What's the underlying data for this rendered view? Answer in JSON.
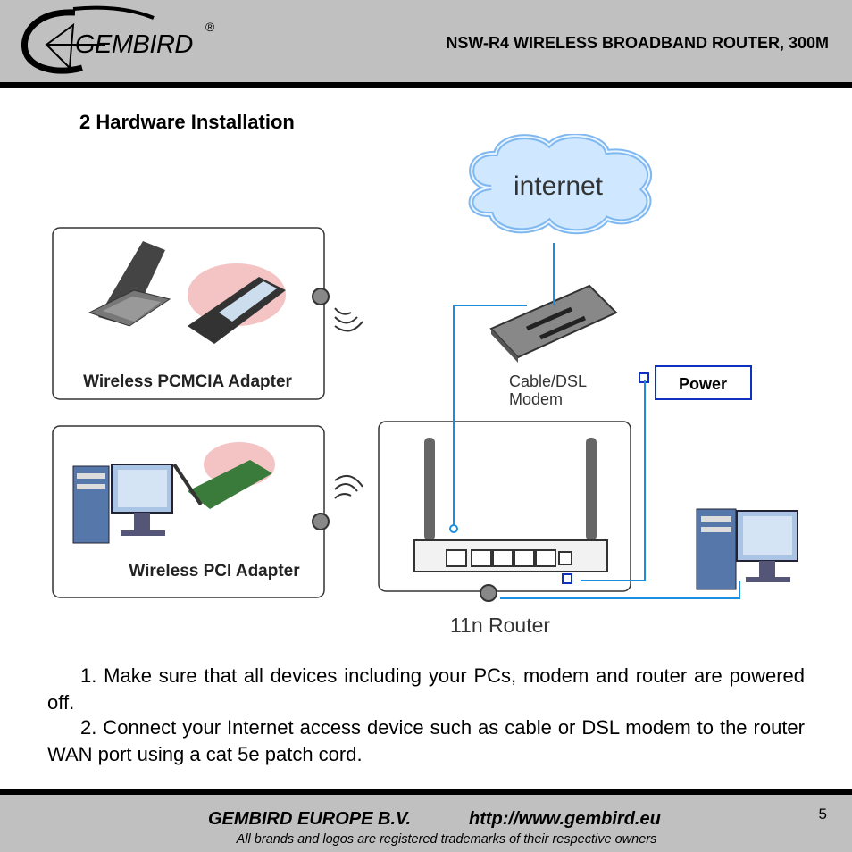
{
  "header": {
    "logo_text": "GEMBIRD",
    "logo_reg": "®",
    "doc_title": "NSW-R4 WIRELESS BROADBAND ROUTER, 300M"
  },
  "section_title": "2 Hardware Installation",
  "diagram": {
    "internet_label": "internet",
    "pcmcia_label": "Wireless PCMCIA Adapter",
    "pci_label": "Wireless PCI Adapter",
    "modem_label_1": "Cable/DSL",
    "modem_label_2": "Modem",
    "power_label": "Power",
    "router_label": "11n Router",
    "line_color": "#1a8fe0",
    "box_color": "#1030c0"
  },
  "steps": [
    "1. Make sure that all devices including your PCs, modem and router are powered off.",
    "2. Connect your Internet access device such as cable or DSL modem to the router WAN port using a cat 5e patch cord."
  ],
  "footer": {
    "company": "GEMBIRD EUROPE B.V.",
    "url": "http://www.gembird.eu",
    "note": "All brands and logos are registered trademarks of their respective owners",
    "page": "5"
  }
}
